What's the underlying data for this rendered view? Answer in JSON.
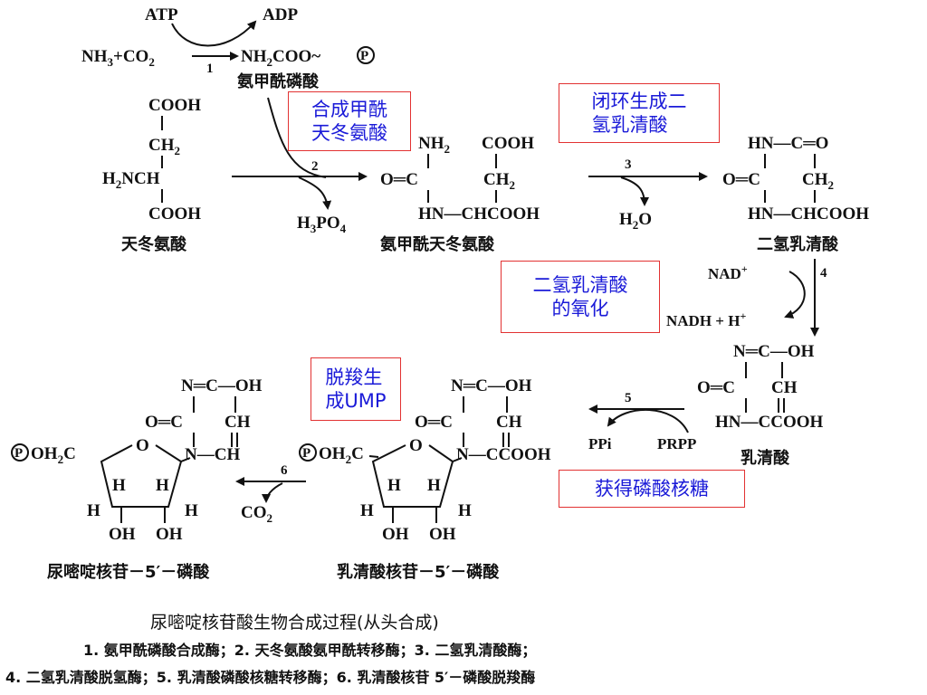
{
  "reaction1": {
    "atp": "ATP",
    "adp": "ADP",
    "nh3": "NH",
    "nh3_sub": "3",
    "plus_co2": "+CO",
    "co2_sub": "2",
    "product": "NH",
    "product_sub": "2",
    "product_rest": "COO~",
    "p_symbol": "P",
    "step": "1",
    "product_name": "氨甲酰磷酸"
  },
  "aspartate": {
    "cooh_top": "COOH",
    "ch2": "CH",
    "ch2_sub": "2",
    "h2n": "H",
    "h2n_sub": "2",
    "nch": "NCH",
    "cooh_bottom": "COOH",
    "name": "天冬氨酸"
  },
  "step2": {
    "num": "2",
    "byproduct": "H",
    "byproduct_sub": "3",
    "byproduct_rest": "PO",
    "byproduct_sub2": "4"
  },
  "carbamoyl_aspartate": {
    "nh2": "NH",
    "nh2_sub": "2",
    "cooh": "COOH",
    "oc": "O═C",
    "ch2": "CH",
    "ch2_sub": "2",
    "hn_ch": "HN—CHCOOH",
    "name": "氨甲酰天冬氨酸"
  },
  "step3": {
    "num": "3",
    "byproduct": "H",
    "byproduct_sub": "2",
    "byproduct_rest": "O"
  },
  "dihydroorotate": {
    "top": "HN—C═O",
    "mid_left": "O═C",
    "mid_right": "CH",
    "mid_sub": "2",
    "bottom": "HN—CHCOOH",
    "name": "二氢乳清酸"
  },
  "step4": {
    "num": "4",
    "nad": "NAD",
    "nad_sup": "+",
    "nadh": "NADH + H",
    "nadh_sup": "+"
  },
  "orotate": {
    "top": "N═C—OH",
    "mid_left": "O═C",
    "mid_right": "CH",
    "bottom": "HN—CCOOH",
    "name": "乳清酸"
  },
  "step5": {
    "num": "5",
    "ppi": "PPi",
    "prpp": "PRPP"
  },
  "omp": {
    "top": "N═C—OH",
    "mid_left": "O═C",
    "mid_right": "CH",
    "n_label": "N—CCOOH",
    "p_symbol": "P",
    "oh2c": "OH",
    "oh2c_sub": "2",
    "c": "C",
    "o": "O",
    "h": "H",
    "oh": "OH",
    "name": "乳清酸核苷－5′－磷酸"
  },
  "step6": {
    "num": "6",
    "byproduct": "CO",
    "byproduct_sub": "2"
  },
  "ump": {
    "top": "N═C—OH",
    "mid_left": "O═C",
    "mid_right": "CH",
    "n_label": "N—CH",
    "p_symbol": "P",
    "oh2c": "OH",
    "oh2c_sub": "2",
    "c": "C",
    "o": "O",
    "h": "H",
    "oh": "OH",
    "name": "尿嘧啶核苷－5′－磷酸"
  },
  "annotations": {
    "a1": [
      "合成甲酰",
      "天冬氨酸"
    ],
    "a2": [
      "闭环生成二",
      "氢乳清酸"
    ],
    "a3": [
      "二氢乳清酸",
      "的氧化"
    ],
    "a4": [
      "脱羧生",
      "成UMP"
    ],
    "a5": [
      "获得磷酸核糖"
    ]
  },
  "caption": {
    "title": "尿嘧啶核苷酸生物合成过程(从头合成)",
    "line1": "1. 氨甲酰磷酸合成酶；2. 天冬氨酸氨甲酰转移酶；3. 二氢乳清酸酶；",
    "line2": "4. 二氢乳清酸脱氢酶；5. 乳清酸磷酸核糖转移酶；6. 乳清酸核苷 5′－磷酸脱羧酶"
  },
  "colors": {
    "annotation_text": "#1a1ad8",
    "annotation_border": "#e23232",
    "ink": "#111111"
  }
}
